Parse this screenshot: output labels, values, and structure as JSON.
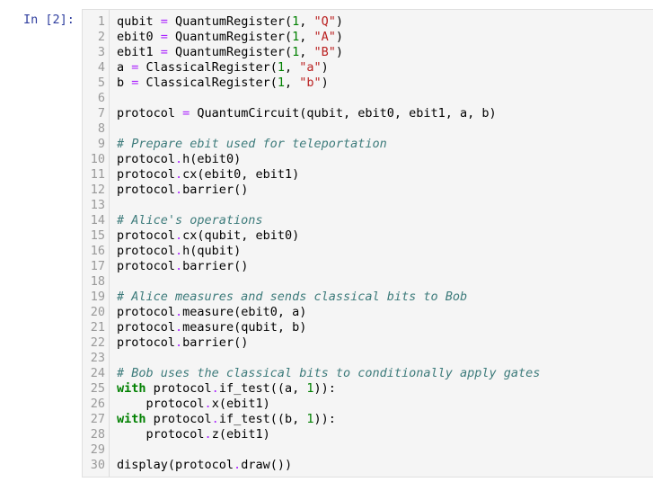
{
  "cell": {
    "prompt": "In [2]:",
    "lines": [
      {
        "n": "1",
        "tokens": [
          {
            "t": "qubit ",
            "c": ""
          },
          {
            "t": "=",
            "c": "op"
          },
          {
            "t": " QuantumRegister(",
            "c": ""
          },
          {
            "t": "1",
            "c": "num"
          },
          {
            "t": ", ",
            "c": ""
          },
          {
            "t": "\"Q\"",
            "c": "str"
          },
          {
            "t": ")",
            "c": ""
          }
        ]
      },
      {
        "n": "2",
        "tokens": [
          {
            "t": "ebit0 ",
            "c": ""
          },
          {
            "t": "=",
            "c": "op"
          },
          {
            "t": " QuantumRegister(",
            "c": ""
          },
          {
            "t": "1",
            "c": "num"
          },
          {
            "t": ", ",
            "c": ""
          },
          {
            "t": "\"A\"",
            "c": "str"
          },
          {
            "t": ")",
            "c": ""
          }
        ]
      },
      {
        "n": "3",
        "tokens": [
          {
            "t": "ebit1 ",
            "c": ""
          },
          {
            "t": "=",
            "c": "op"
          },
          {
            "t": " QuantumRegister(",
            "c": ""
          },
          {
            "t": "1",
            "c": "num"
          },
          {
            "t": ", ",
            "c": ""
          },
          {
            "t": "\"B\"",
            "c": "str"
          },
          {
            "t": ")",
            "c": ""
          }
        ]
      },
      {
        "n": "4",
        "tokens": [
          {
            "t": "a ",
            "c": ""
          },
          {
            "t": "=",
            "c": "op"
          },
          {
            "t": " ClassicalRegister(",
            "c": ""
          },
          {
            "t": "1",
            "c": "num"
          },
          {
            "t": ", ",
            "c": ""
          },
          {
            "t": "\"a\"",
            "c": "str"
          },
          {
            "t": ")",
            "c": ""
          }
        ]
      },
      {
        "n": "5",
        "tokens": [
          {
            "t": "b ",
            "c": ""
          },
          {
            "t": "=",
            "c": "op"
          },
          {
            "t": " ClassicalRegister(",
            "c": ""
          },
          {
            "t": "1",
            "c": "num"
          },
          {
            "t": ", ",
            "c": ""
          },
          {
            "t": "\"b\"",
            "c": "str"
          },
          {
            "t": ")",
            "c": ""
          }
        ]
      },
      {
        "n": "6",
        "tokens": []
      },
      {
        "n": "7",
        "tokens": [
          {
            "t": "protocol ",
            "c": ""
          },
          {
            "t": "=",
            "c": "op"
          },
          {
            "t": " QuantumCircuit(qubit, ebit0, ebit1, a, b)",
            "c": ""
          }
        ]
      },
      {
        "n": "8",
        "tokens": []
      },
      {
        "n": "9",
        "tokens": [
          {
            "t": "# Prepare ebit used for teleportation",
            "c": "cm"
          }
        ]
      },
      {
        "n": "10",
        "tokens": [
          {
            "t": "protocol",
            "c": ""
          },
          {
            "t": ".",
            "c": "op"
          },
          {
            "t": "h(ebit0)",
            "c": ""
          }
        ]
      },
      {
        "n": "11",
        "tokens": [
          {
            "t": "protocol",
            "c": ""
          },
          {
            "t": ".",
            "c": "op"
          },
          {
            "t": "cx(ebit0, ebit1)",
            "c": ""
          }
        ]
      },
      {
        "n": "12",
        "tokens": [
          {
            "t": "protocol",
            "c": ""
          },
          {
            "t": ".",
            "c": "op"
          },
          {
            "t": "barrier()",
            "c": ""
          }
        ]
      },
      {
        "n": "13",
        "tokens": []
      },
      {
        "n": "14",
        "tokens": [
          {
            "t": "# Alice's operations",
            "c": "cm"
          }
        ]
      },
      {
        "n": "15",
        "tokens": [
          {
            "t": "protocol",
            "c": ""
          },
          {
            "t": ".",
            "c": "op"
          },
          {
            "t": "cx(qubit, ebit0)",
            "c": ""
          }
        ]
      },
      {
        "n": "16",
        "tokens": [
          {
            "t": "protocol",
            "c": ""
          },
          {
            "t": ".",
            "c": "op"
          },
          {
            "t": "h(qubit)",
            "c": ""
          }
        ]
      },
      {
        "n": "17",
        "tokens": [
          {
            "t": "protocol",
            "c": ""
          },
          {
            "t": ".",
            "c": "op"
          },
          {
            "t": "barrier()",
            "c": ""
          }
        ]
      },
      {
        "n": "18",
        "tokens": []
      },
      {
        "n": "19",
        "tokens": [
          {
            "t": "# Alice measures and sends classical bits to Bob",
            "c": "cm"
          }
        ]
      },
      {
        "n": "20",
        "tokens": [
          {
            "t": "protocol",
            "c": ""
          },
          {
            "t": ".",
            "c": "op"
          },
          {
            "t": "measure(ebit0, a)",
            "c": ""
          }
        ]
      },
      {
        "n": "21",
        "tokens": [
          {
            "t": "protocol",
            "c": ""
          },
          {
            "t": ".",
            "c": "op"
          },
          {
            "t": "measure(qubit, b)",
            "c": ""
          }
        ]
      },
      {
        "n": "22",
        "tokens": [
          {
            "t": "protocol",
            "c": ""
          },
          {
            "t": ".",
            "c": "op"
          },
          {
            "t": "barrier()",
            "c": ""
          }
        ]
      },
      {
        "n": "23",
        "tokens": []
      },
      {
        "n": "24",
        "tokens": [
          {
            "t": "# Bob uses the classical bits to conditionally apply gates",
            "c": "cm"
          }
        ]
      },
      {
        "n": "25",
        "tokens": [
          {
            "t": "with",
            "c": "kw"
          },
          {
            "t": " protocol",
            "c": ""
          },
          {
            "t": ".",
            "c": "op"
          },
          {
            "t": "if_test((a, ",
            "c": ""
          },
          {
            "t": "1",
            "c": "num"
          },
          {
            "t": ")):",
            "c": ""
          }
        ]
      },
      {
        "n": "26",
        "tokens": [
          {
            "t": "    protocol",
            "c": ""
          },
          {
            "t": ".",
            "c": "op"
          },
          {
            "t": "x(ebit1)",
            "c": ""
          }
        ]
      },
      {
        "n": "27",
        "tokens": [
          {
            "t": "with",
            "c": "kw"
          },
          {
            "t": " protocol",
            "c": ""
          },
          {
            "t": ".",
            "c": "op"
          },
          {
            "t": "if_test((b, ",
            "c": ""
          },
          {
            "t": "1",
            "c": "num"
          },
          {
            "t": ")):",
            "c": ""
          }
        ]
      },
      {
        "n": "28",
        "tokens": [
          {
            "t": "    protocol",
            "c": ""
          },
          {
            "t": ".",
            "c": "op"
          },
          {
            "t": "z(ebit1)",
            "c": ""
          }
        ]
      },
      {
        "n": "29",
        "tokens": []
      },
      {
        "n": "30",
        "tokens": [
          {
            "t": "display(protocol",
            "c": ""
          },
          {
            "t": ".",
            "c": "op"
          },
          {
            "t": "draw())",
            "c": ""
          }
        ]
      }
    ]
  },
  "colors": {
    "prompt": "#303f9f",
    "editor_background": "#f5f5f5",
    "line_number": "#999999",
    "keyword": "#008000",
    "operator": "#aa22ff",
    "number": "#008000",
    "string": "#ba2121",
    "comment": "#3d7b7b"
  }
}
